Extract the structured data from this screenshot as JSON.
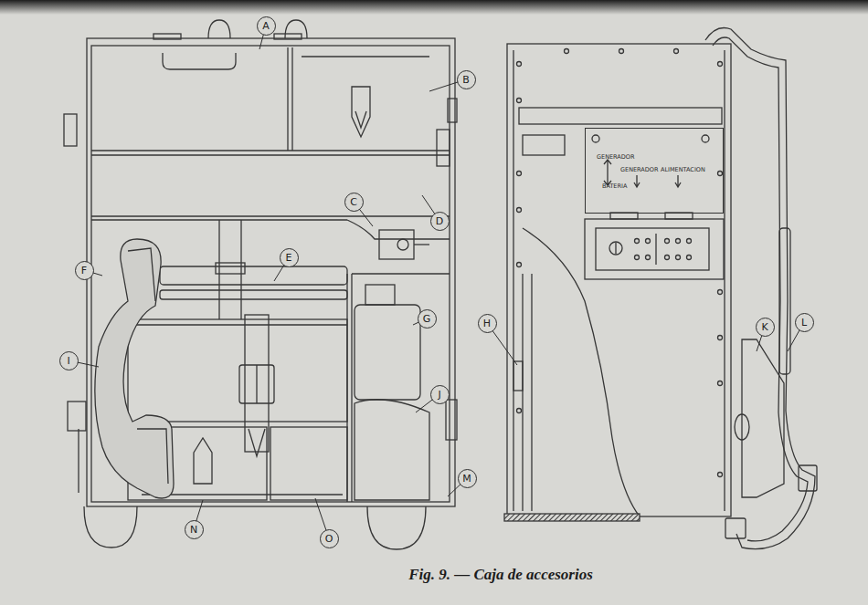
{
  "diagram": {
    "caption": "Fig. 9. — Caja de accesorios",
    "nodes": [
      {
        "text": [
          "A"
        ]
      },
      {
        "text": [
          "B"
        ]
      },
      {
        "text": [
          "GENERADOR",
          "BATERIA",
          "GENERADOR",
          "ALIMENTACION"
        ]
      },
      {
        "text": [
          "C"
        ]
      },
      {
        "text": [
          "D"
        ]
      },
      {
        "text": [
          "E"
        ]
      },
      {
        "text": [
          "F"
        ]
      },
      {
        "text": [
          "G"
        ]
      },
      {
        "text": [
          "H"
        ]
      },
      {
        "text": [
          "I"
        ]
      },
      {
        "text": [
          "J"
        ]
      },
      {
        "text": [
          "K"
        ]
      },
      {
        "text": [
          "L"
        ]
      },
      {
        "text": [
          "M"
        ]
      },
      {
        "text": [
          "N"
        ]
      },
      {
        "text": [
          "O"
        ]
      }
    ]
  }
}
